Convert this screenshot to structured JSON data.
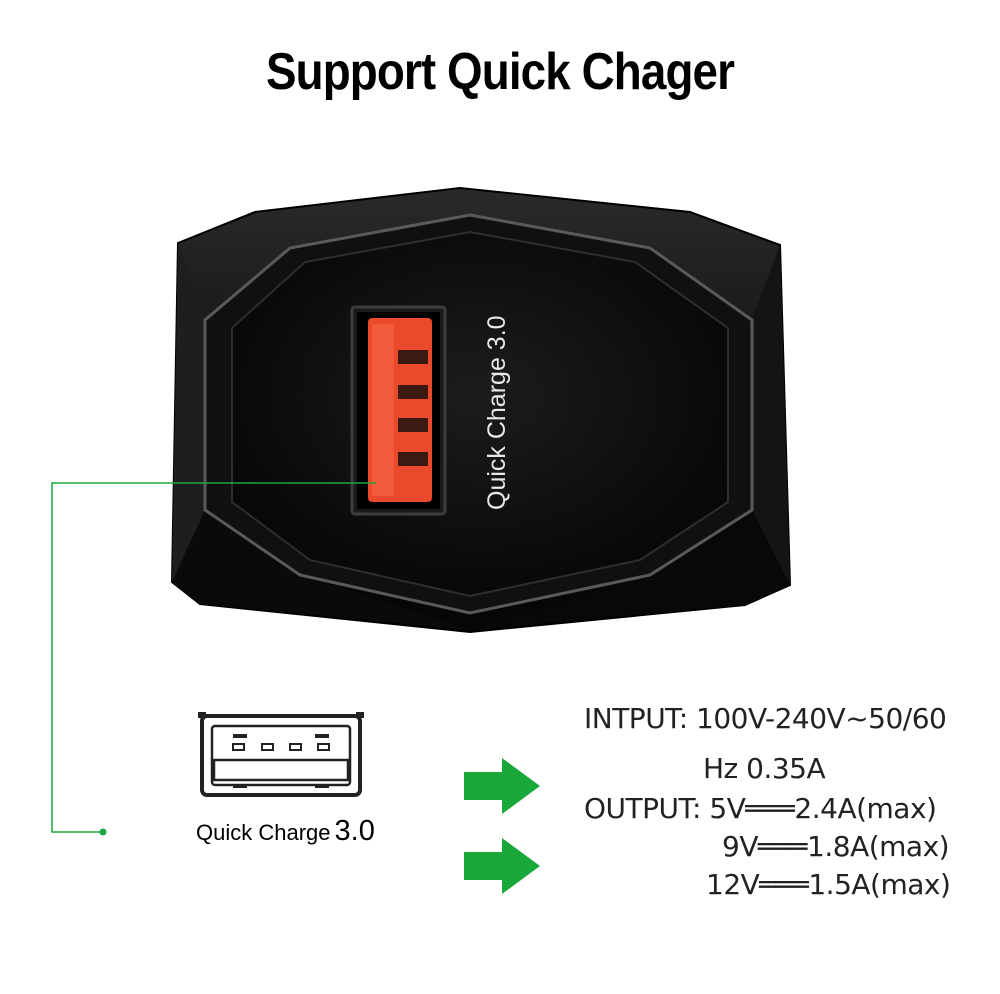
{
  "title": "Support Quick Chager",
  "device_label": "Quick Charge 3.0",
  "usb_caption": {
    "brand": "Quick Charge",
    "version": "3.0"
  },
  "specs": {
    "input_line1": "INTPUT: 100V-240V~50/60",
    "input_line2": "Hz 0.35A",
    "output_line1": "OUTPUT: 5V═══2.4A(max)",
    "output_line2": "9V═══1.8A(max)",
    "output_line3": "12V═══1.5A(max)"
  },
  "colors": {
    "accent_green": "#1aa83a",
    "port_red": "#e8472a",
    "charger_body": "#0d0d0d"
  },
  "icons": [
    "usb-port-icon",
    "arrow-right-icon"
  ]
}
